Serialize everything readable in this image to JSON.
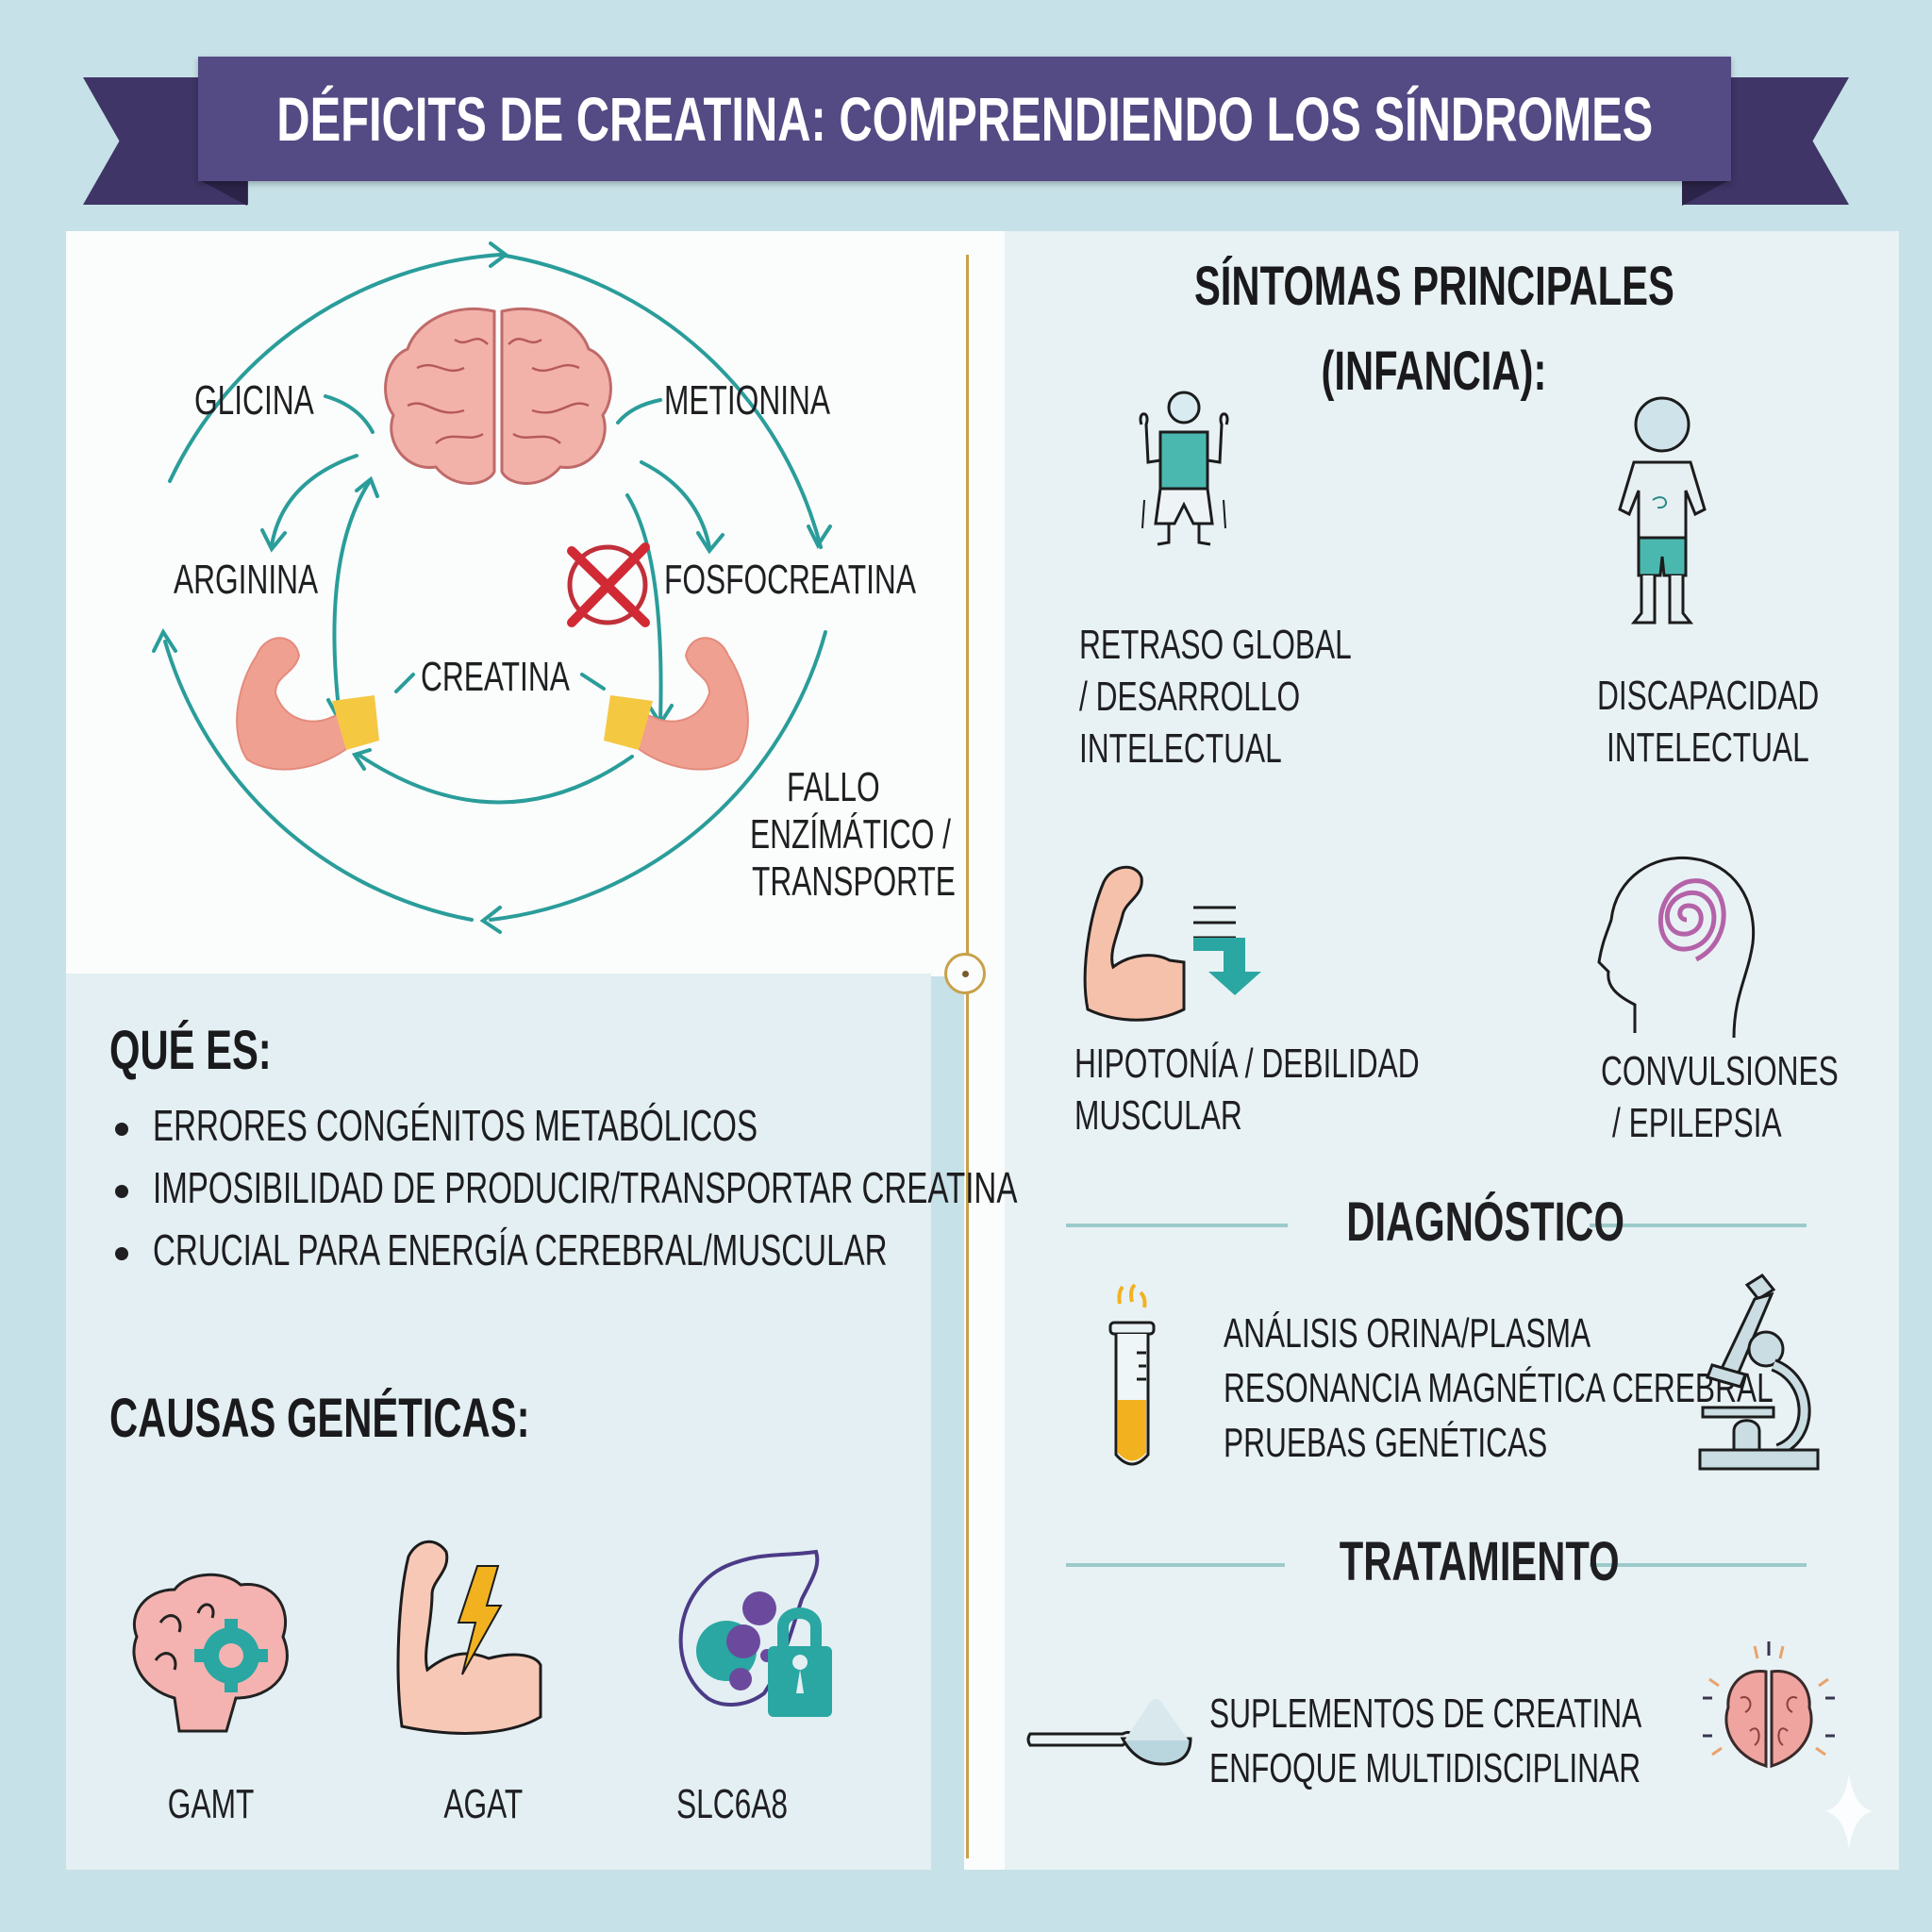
{
  "title": "DÉFICITS DE CREATINA: COMPRENDIENDO LOS SÍNDROMES",
  "colors": {
    "background": "#c6e1e7",
    "banner": "#544a84",
    "banner_dark": "#3f3566",
    "teal_accent": "#2a9d9a",
    "divider_gold": "#c7a14a",
    "blocked_red": "#d12a35",
    "brain_pink": "#f2a9a3",
    "bracelet_yellow": "#f5c842"
  },
  "diagram": {
    "nodes": {
      "glicina": "GLICINA",
      "metionina": "METIONINA",
      "arginina": "ARGININA",
      "fosfocreatina": "FOSFOCREATINA",
      "creatina": "CREATINA"
    },
    "failure_note": [
      "FALLO",
      "ENZÍMÁTICO /",
      "TRANSPORTE"
    ],
    "icons": [
      "brain-icon",
      "flexed-arm-icon-left",
      "flexed-arm-icon-right",
      "blocked-x-icon"
    ]
  },
  "what_is": {
    "heading": "QUÉ ES:",
    "bullets": [
      "ERRORES CONGÉNITOS METABÓLICOS",
      "IMPOSIBILIDAD DE PRODUCIR/TRANSPORTAR CREATINA",
      "CRUCIAL PARA ENERGÍA CEREBRAL/MUSCULAR"
    ]
  },
  "genetic_causes": {
    "heading": "CAUSAS GENÉTICAS:",
    "genes": [
      {
        "label": "GAMT",
        "icon": "brain-gear-icon"
      },
      {
        "label": "AGAT",
        "icon": "arm-lightning-icon"
      },
      {
        "label": "SLC6A8",
        "icon": "cell-lock-icon"
      }
    ]
  },
  "symptoms": {
    "heading_line1": "SÍNTOMAS PRINCIPALES",
    "heading_line2": "(INFANCIA):",
    "items": [
      {
        "lines": [
          "RETRASO GLOBAL",
          "/ DESARROLLO",
          "INTELECTUAL"
        ],
        "icon": "child-arms-up-icon"
      },
      {
        "lines": [
          "DISCAPACIDAD",
          "INTELECTUAL"
        ],
        "icon": "child-standing-icon"
      },
      {
        "lines": [
          "HIPOTONÍA / DEBILIDAD",
          "MUSCULAR"
        ],
        "icon": "weak-arm-down-arrow-icon"
      },
      {
        "lines": [
          "CONVULSIONES",
          "/ EPILEPSIA"
        ],
        "icon": "head-spiral-icon"
      }
    ]
  },
  "diagnosis": {
    "heading": "DIAGNÓSTICO",
    "items": [
      "ANÁLISIS ORINA/PLASMA",
      "RESONANCIA MAGNÉTICA CEREBRAL",
      "PRUEBAS GENÉTICAS"
    ]
  },
  "treatment": {
    "heading": "TRATAMIENTO",
    "items": [
      "SUPLEMENTOS DE CREATINA",
      "ENFOQUE MULTIDISCIPLINAR"
    ]
  }
}
